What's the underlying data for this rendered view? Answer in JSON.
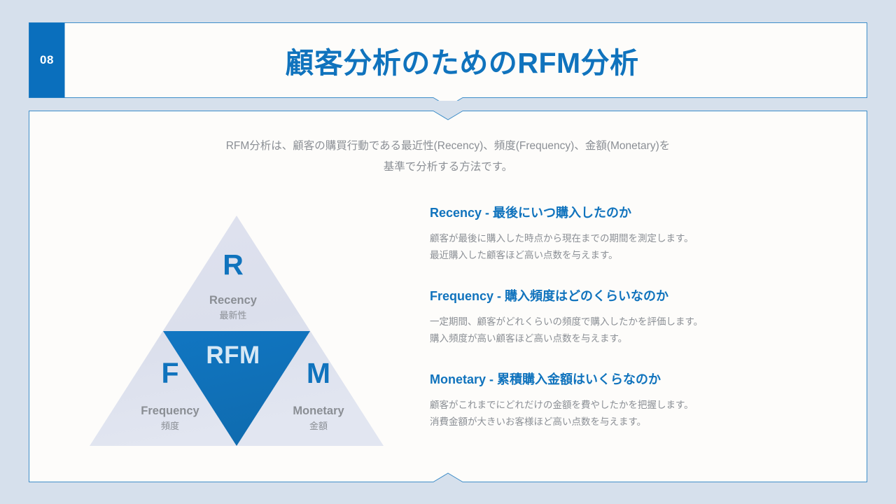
{
  "slide": {
    "background_color": "#d6e0ec",
    "accent_color": "#1073bd",
    "panel_color": "#fdfcfa",
    "muted_text_color": "#8b8f95"
  },
  "header": {
    "number": "08",
    "title": "顧客分析のためのRFM分析"
  },
  "lead": {
    "line1": "RFM分析は、顧客の購買行動である最近性(Recency)、頻度(Frequency)、金額(Monetary)を",
    "line2": "基準で分析する方法です。"
  },
  "diagram": {
    "center_label": "RFM",
    "vertices": [
      {
        "letter": "R",
        "en": "Recency",
        "jp": "最新性"
      },
      {
        "letter": "F",
        "en": "Frequency",
        "jp": "頻度"
      },
      {
        "letter": "M",
        "en": "Monetary",
        "jp": "金額"
      }
    ],
    "outer_triangle_color": "#dde1ee",
    "inner_triangle_color": "#1073bd",
    "inner_label_color": "#d7e8f5"
  },
  "items": [
    {
      "heading": "Recency - 最後にいつ購入したのか",
      "line1": "顧客が最後に購入した時点から現在までの期間を測定します。",
      "line2": "最近購入した顧客ほど高い点数を与えます。"
    },
    {
      "heading": "Frequency - 購入頻度はどのくらいなのか",
      "line1": "一定期間、顧客がどれくらいの頻度で購入したかを評価します。",
      "line2": "購入頻度が高い顧客ほど高い点数を与えます。"
    },
    {
      "heading": "Monetary - 累積購入金額はいくらなのか",
      "line1": "顧客がこれまでにどれだけの金額を費やしたかを把握します。",
      "line2": "消費金額が大きいお客様ほど高い点数を与えます。"
    }
  ]
}
